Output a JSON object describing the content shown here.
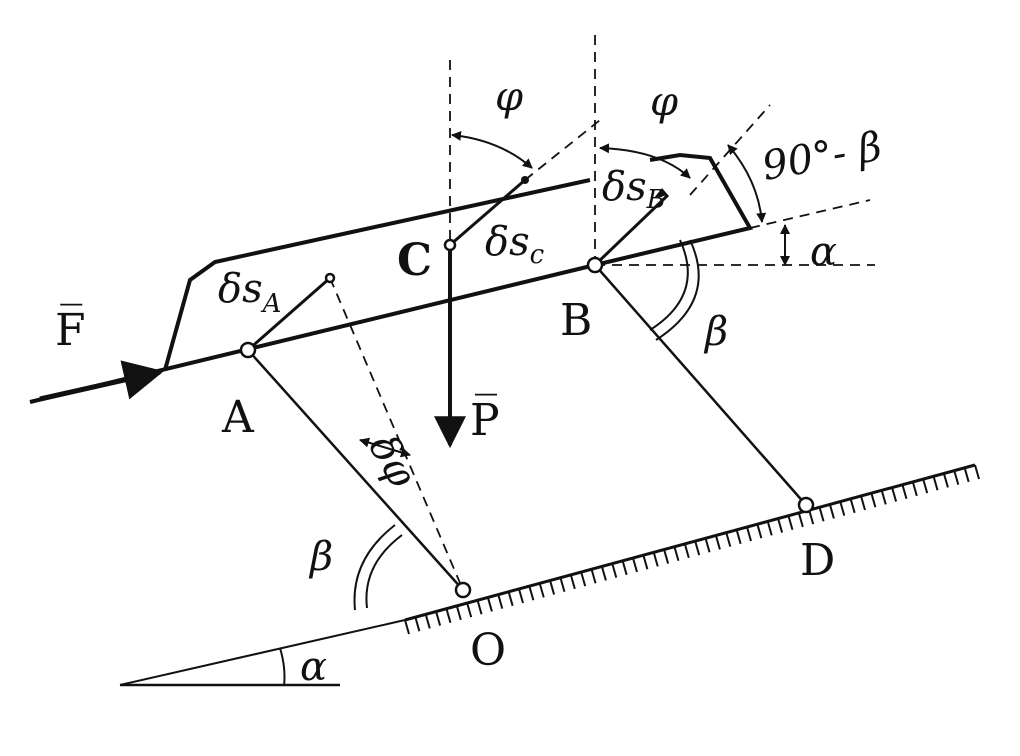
{
  "colors": {
    "ink": "#111111",
    "background": "#ffffff"
  },
  "labels": {
    "F": "F̅",
    "P": "P̅",
    "A": "A",
    "B": "B",
    "C": "C",
    "D": "D",
    "O": "O",
    "dsA": "δs",
    "dsA_sub": "A",
    "dsB": "δs",
    "dsB_sub": "B",
    "dsC": "δs",
    "dsC_sub": "c",
    "dphi": "δφ",
    "phi_top_left": "φ",
    "phi_top_right": "φ",
    "angle_90_beta": "90°- β",
    "alpha_top": "α",
    "alpha_bottom": "α",
    "beta_B": "β",
    "beta_O": "β"
  }
}
